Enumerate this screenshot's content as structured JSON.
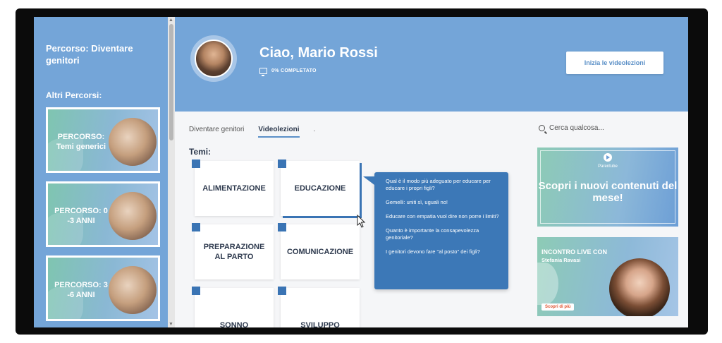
{
  "sidebar": {
    "title": "Percorso: Diventare genitori",
    "subtitle": "Altri Percorsi:",
    "cards": [
      {
        "label": "PERCORSO: Temi generici"
      },
      {
        "label": "PERCORSO: 0 -3 ANNI"
      },
      {
        "label": "PERCORSO: 3 -6 ANNI"
      }
    ]
  },
  "header": {
    "greeting": "Ciao, Mario Rossi",
    "progress": "0% COMPLETATO",
    "cta_label": "Inizia le videolezioni"
  },
  "tabs": [
    {
      "label": "Diventare genitori",
      "active": false
    },
    {
      "label": "Videolezioni",
      "active": true
    }
  ],
  "tab_dot": ".",
  "themes_label": "Temi:",
  "tiles": [
    {
      "label": "ALIMENTAZIONE"
    },
    {
      "label": "EDUCAZIONE"
    },
    {
      "label": "PREPARAZIONE AL PARTO"
    },
    {
      "label": "COMUNICAZIONE"
    },
    {
      "label": "SONNO"
    },
    {
      "label": "SVILUPPO"
    }
  ],
  "popover": [
    "Qual è il modo più adeguato per educare per educare i propri figli?",
    "Gemelli: uniti sì, uguali no!",
    "Educare con empatia vuol dire non porre i limiti?",
    "Quanto è importante la consapevolezza genitoriale?",
    "I genitori devono fare \"al posto\" dei figli?"
  ],
  "search": {
    "placeholder": "Cerca qualcosa..."
  },
  "promo": {
    "brand": "Parentube",
    "text": "Scopri i nuovi contenuti del mese!"
  },
  "live": {
    "title": "INCONTRO LIVE CON",
    "name": "Stefania Ravasi",
    "button": "Scopri di più"
  },
  "colors": {
    "accent": "#74a5d8",
    "dark_blue": "#3c78b7",
    "cta_text": "#5a8fc6",
    "live_button": "#e0532f"
  }
}
